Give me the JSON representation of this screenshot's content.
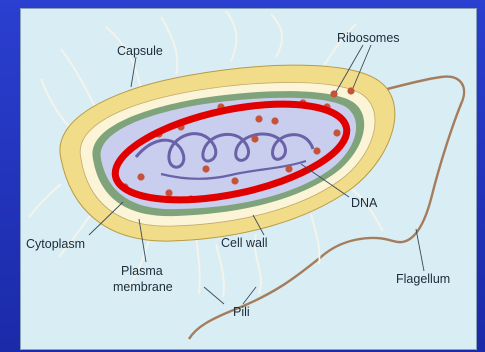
{
  "labels": {
    "capsule": "Capsule",
    "ribosomes": "Ribosomes",
    "dna": "DNA",
    "cytoplasm": "Cytoplasm",
    "cell_wall": "Cell wall",
    "plasma_membrane_line1": "Plasma",
    "plasma_membrane_line2": "membrane",
    "flagellum": "Flagellum",
    "pili": "Pili"
  },
  "colors": {
    "slide_background": "#1f33b8",
    "panel_background": "#d9eef4",
    "capsule": "#f1dc8a",
    "cell_wall": "#fbf4d6",
    "plasma_membrane": "#7fa37a",
    "cytoplasm": "#c9cdee",
    "dna": "#6a62a8",
    "ribosome": "#c4533a",
    "highlight_ellipse": "#e10000"
  }
}
